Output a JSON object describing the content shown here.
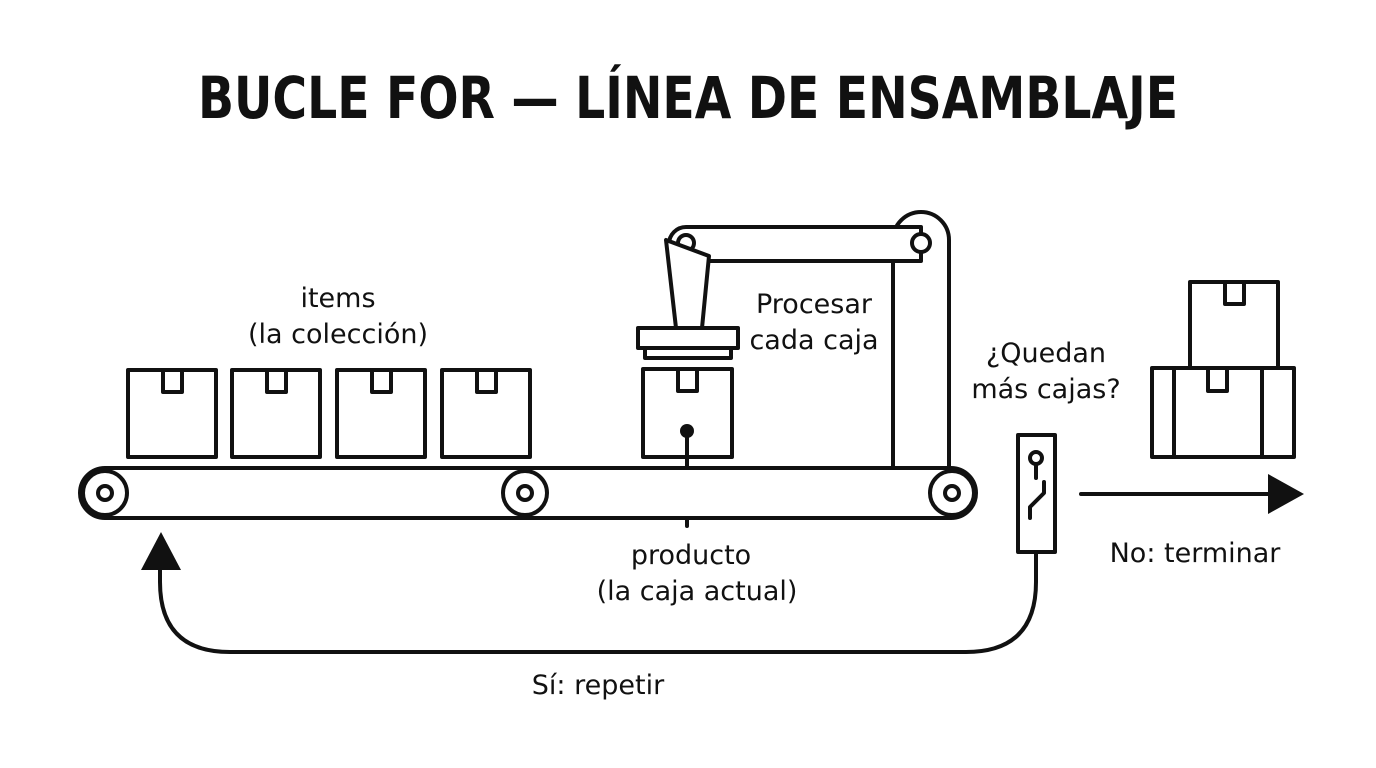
{
  "title": "BUCLE FOR — LÍNEA DE ENSAMBLAJE",
  "labels": {
    "collection_line1": "items",
    "collection_line2": "(la colección)",
    "process_line1": "Procesar",
    "process_line2": "cada caja",
    "question_line1": "¿Quedan",
    "question_line2": "más cajas?",
    "current_line1": "producto",
    "current_line2": "(la caja actual)",
    "exit": "No: terminar",
    "repeat": "Sí: repetir"
  }
}
